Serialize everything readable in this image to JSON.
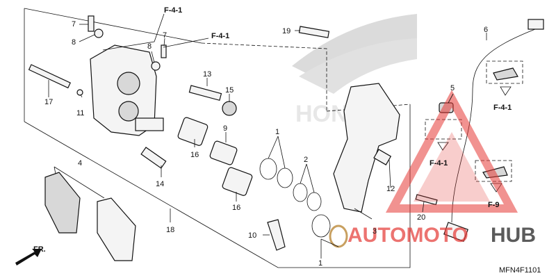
{
  "diagram": {
    "frame_code": "MFN4F1101",
    "direction_label": "FR.",
    "brand_watermark": "HONDA",
    "site_watermark": {
      "part1": "AUTOMOTO",
      "part2": "HUB"
    },
    "callouts": {
      "c1a": "1",
      "c1b": "1",
      "c2": "2",
      "c3": "3",
      "c4": "4",
      "c5": "5",
      "c6": "6",
      "c7a": "7",
      "c7b": "7",
      "c8a": "8",
      "c8b": "8",
      "c9": "9",
      "c10": "10",
      "c11": "11",
      "c12": "12",
      "c13": "13",
      "c14": "14",
      "c15": "15",
      "c16a": "16",
      "c16b": "16",
      "c17": "17",
      "c18": "18",
      "c19": "19",
      "c20": "20"
    },
    "refs": {
      "r1": "F-4-1",
      "r2": "F-4-1",
      "r3": "F-4-1",
      "r4": "F-4-1",
      "r5": "F-9"
    },
    "colors": {
      "watermark_red": "#e53935",
      "watermark_dark": "#333333",
      "line": "#111111"
    }
  }
}
